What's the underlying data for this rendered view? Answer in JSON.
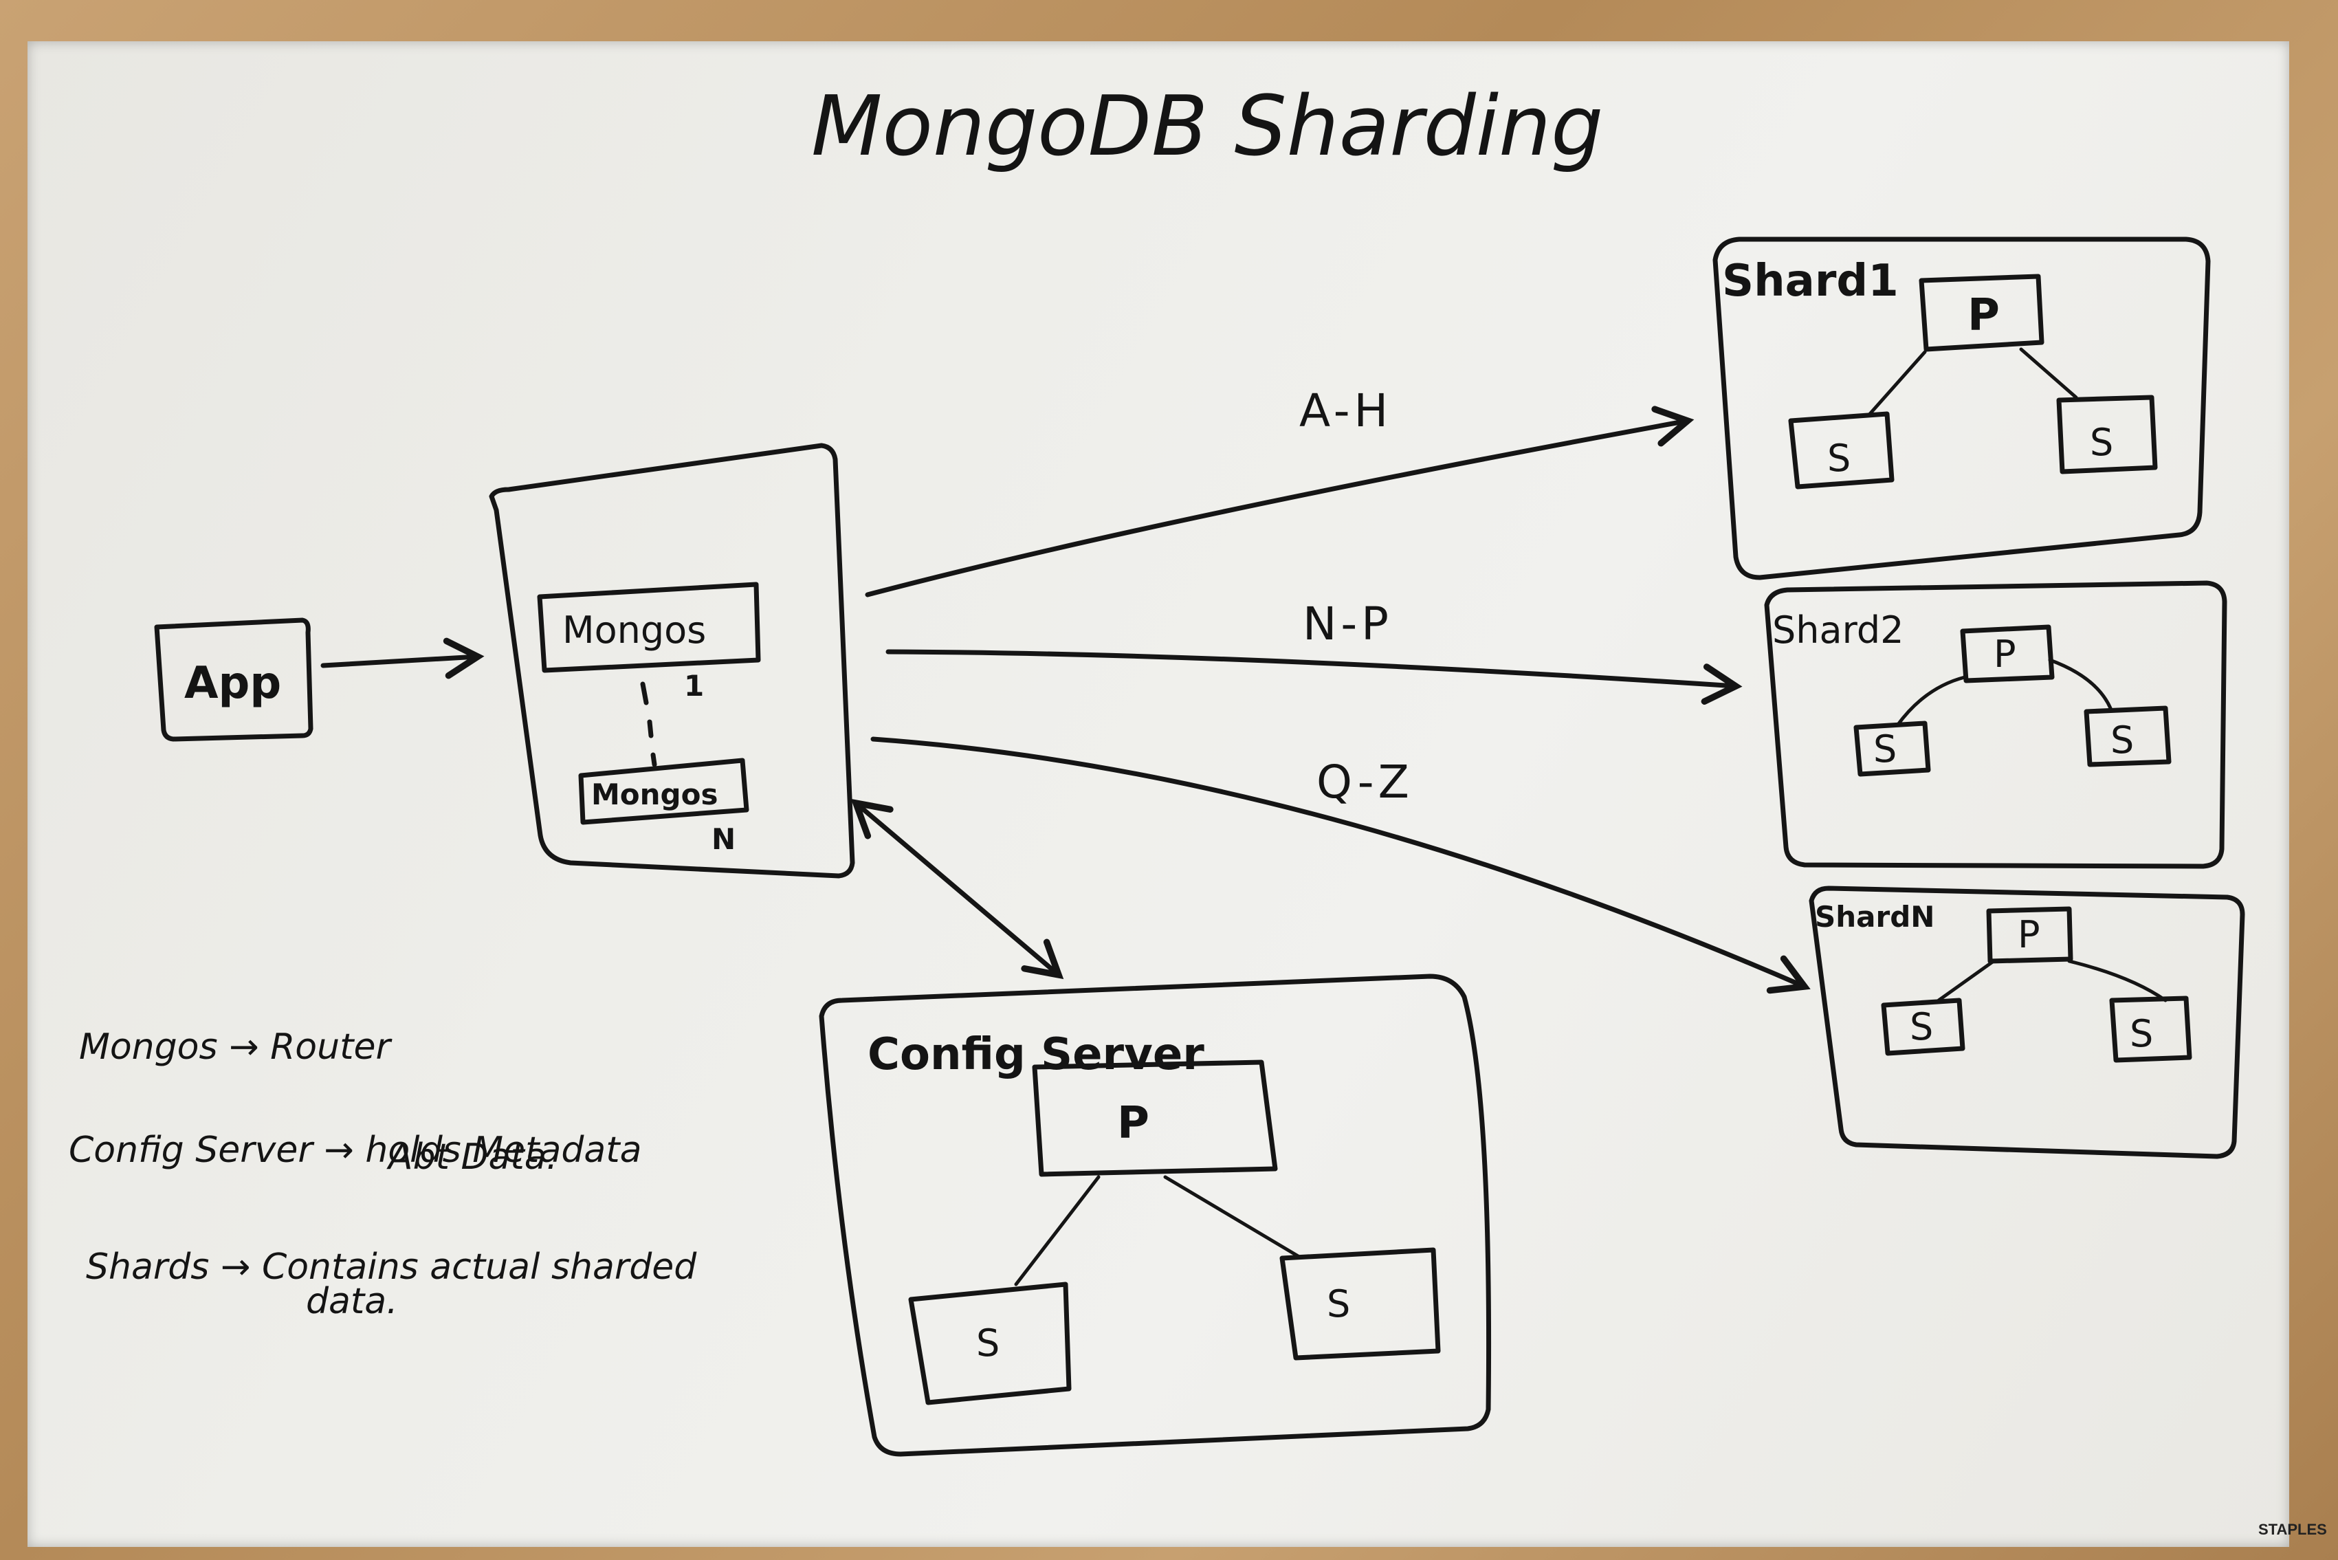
{
  "title": "MongoDB Sharding",
  "app": {
    "label": "App"
  },
  "router_group": {
    "router_1": "Mongos",
    "router_1_index": "1",
    "router_n": "Mongos",
    "router_n_index": "N"
  },
  "routes": [
    {
      "range": "A-H"
    },
    {
      "range": "N-P"
    },
    {
      "range": "Q-Z"
    }
  ],
  "shards": [
    {
      "title": "Shard1",
      "primary": "P",
      "secondary_a": "S",
      "secondary_b": "S"
    },
    {
      "title": "Shard2",
      "primary": "P",
      "secondary_a": "S",
      "secondary_b": "S"
    },
    {
      "title": "ShardN",
      "primary": "P",
      "secondary_a": "S",
      "secondary_b": "S"
    }
  ],
  "config_server": {
    "title": "Config Server",
    "primary": "P",
    "secondary_a": "S",
    "secondary_b": "S"
  },
  "notes": [
    {
      "line1": "Mongos → Router",
      "line2": ""
    },
    {
      "line1": "Config Server → holds Metadata",
      "line2": "Abt Data."
    },
    {
      "line1": "Shards → Contains actual sharded",
      "line2": "data."
    }
  ],
  "brand": "STAPLES"
}
